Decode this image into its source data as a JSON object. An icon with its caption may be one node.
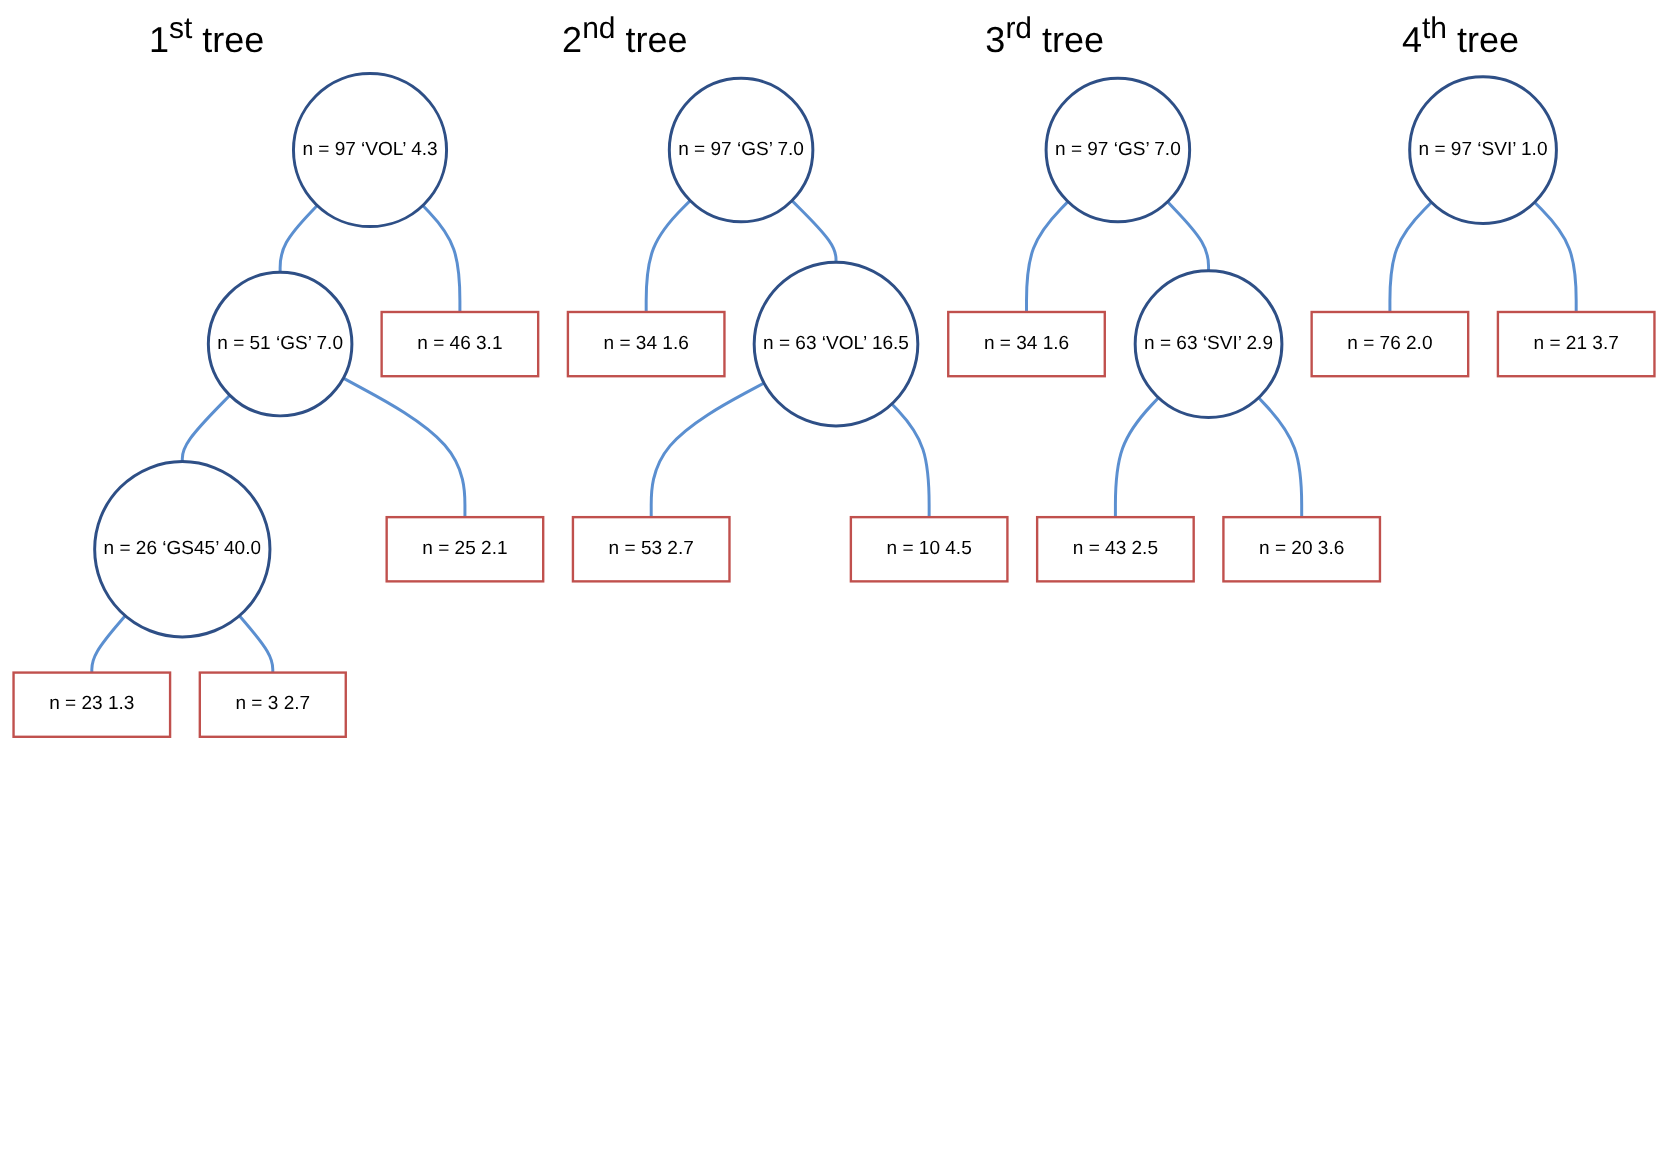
{
  "diagram": {
    "nodes": [
      {
        "text": [
          "n = 97 ‘VOL’ 4.3"
        ]
      },
      {
        "text": [
          "n = 51 ‘GS’ 7.0"
        ]
      },
      {
        "text": [
          "n = 26 ‘GS45’ 40.0"
        ]
      },
      {
        "text": [
          "n = 23 1.3"
        ]
      },
      {
        "text": [
          "n = 3 2.7"
        ]
      },
      {
        "text": [
          "n = 25 2.1"
        ]
      },
      {
        "text": [
          "n = 46 3.1"
        ]
      },
      {
        "text": [
          "n = 97 ‘GS’ 7.0"
        ]
      },
      {
        "text": [
          "n = 34 1.6"
        ]
      },
      {
        "text": [
          "n = 63 ‘VOL’ 16.5"
        ]
      },
      {
        "text": [
          "n = 53 2.7"
        ]
      },
      {
        "text": [
          "n = 10 4.5"
        ]
      },
      {
        "text": [
          "n = 97 ‘GS’ 7.0"
        ]
      },
      {
        "text": [
          "n = 34 1.6"
        ]
      },
      {
        "text": [
          "n = 63 ‘SVI’ 2.9"
        ]
      },
      {
        "text": [
          "n = 43 2.5"
        ]
      },
      {
        "text": [
          "n = 20 3.6"
        ]
      },
      {
        "text": [
          "n = 97 ‘SVI’ 1.0"
        ]
      },
      {
        "text": [
          "n = 76 2.0"
        ]
      },
      {
        "text": [
          "n = 21 3.7"
        ]
      }
    ],
    "edges": [
      {
        "from": 0,
        "to": 1,
        "arrow": "none"
      },
      {
        "from": 0,
        "to": 6,
        "arrow": "none"
      },
      {
        "from": 1,
        "to": 2,
        "arrow": "none"
      },
      {
        "from": 1,
        "to": 5,
        "arrow": "none"
      },
      {
        "from": 2,
        "to": 3,
        "arrow": "none"
      },
      {
        "from": 2,
        "to": 4,
        "arrow": "none"
      },
      {
        "from": 7,
        "to": 8,
        "arrow": "none"
      },
      {
        "from": 7,
        "to": 9,
        "arrow": "none"
      },
      {
        "from": 9,
        "to": 10,
        "arrow": "none"
      },
      {
        "from": 9,
        "to": 11,
        "arrow": "none"
      },
      {
        "from": 12,
        "to": 13,
        "arrow": "none"
      },
      {
        "from": 12,
        "to": 14,
        "arrow": "none"
      },
      {
        "from": 14,
        "to": 15,
        "arrow": "none"
      },
      {
        "from": 14,
        "to": 16,
        "arrow": "none"
      },
      {
        "from": 17,
        "to": 18,
        "arrow": "none"
      },
      {
        "from": 17,
        "to": 19,
        "arrow": "none"
      }
    ],
    "labels": [
      "1$^{st}$ tree",
      "2$^{nd}$ tree",
      "3$^{rd}$ tree",
      "4$^{th}$ tree"
    ]
  }
}
